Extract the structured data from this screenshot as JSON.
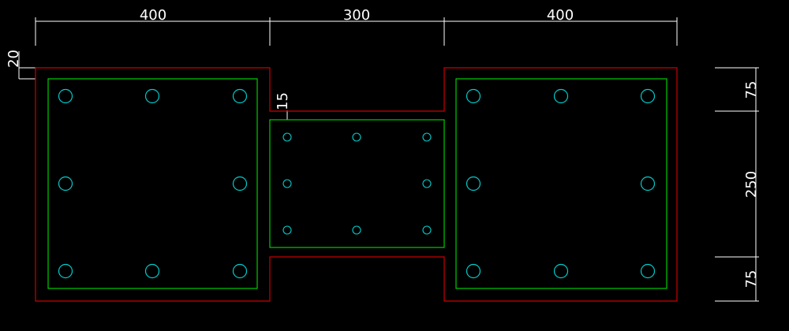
{
  "colors": {
    "background": "#000000",
    "outline": "#cc0000",
    "rebar_cage": "#00cc00",
    "rebar": "#00cccc",
    "dimension": "#ffffff"
  },
  "dimensions": {
    "top": [
      "400",
      "300",
      "400"
    ],
    "side": [
      "75",
      "250",
      "75"
    ],
    "cover_left": "20",
    "cover_middle": "15"
  }
}
